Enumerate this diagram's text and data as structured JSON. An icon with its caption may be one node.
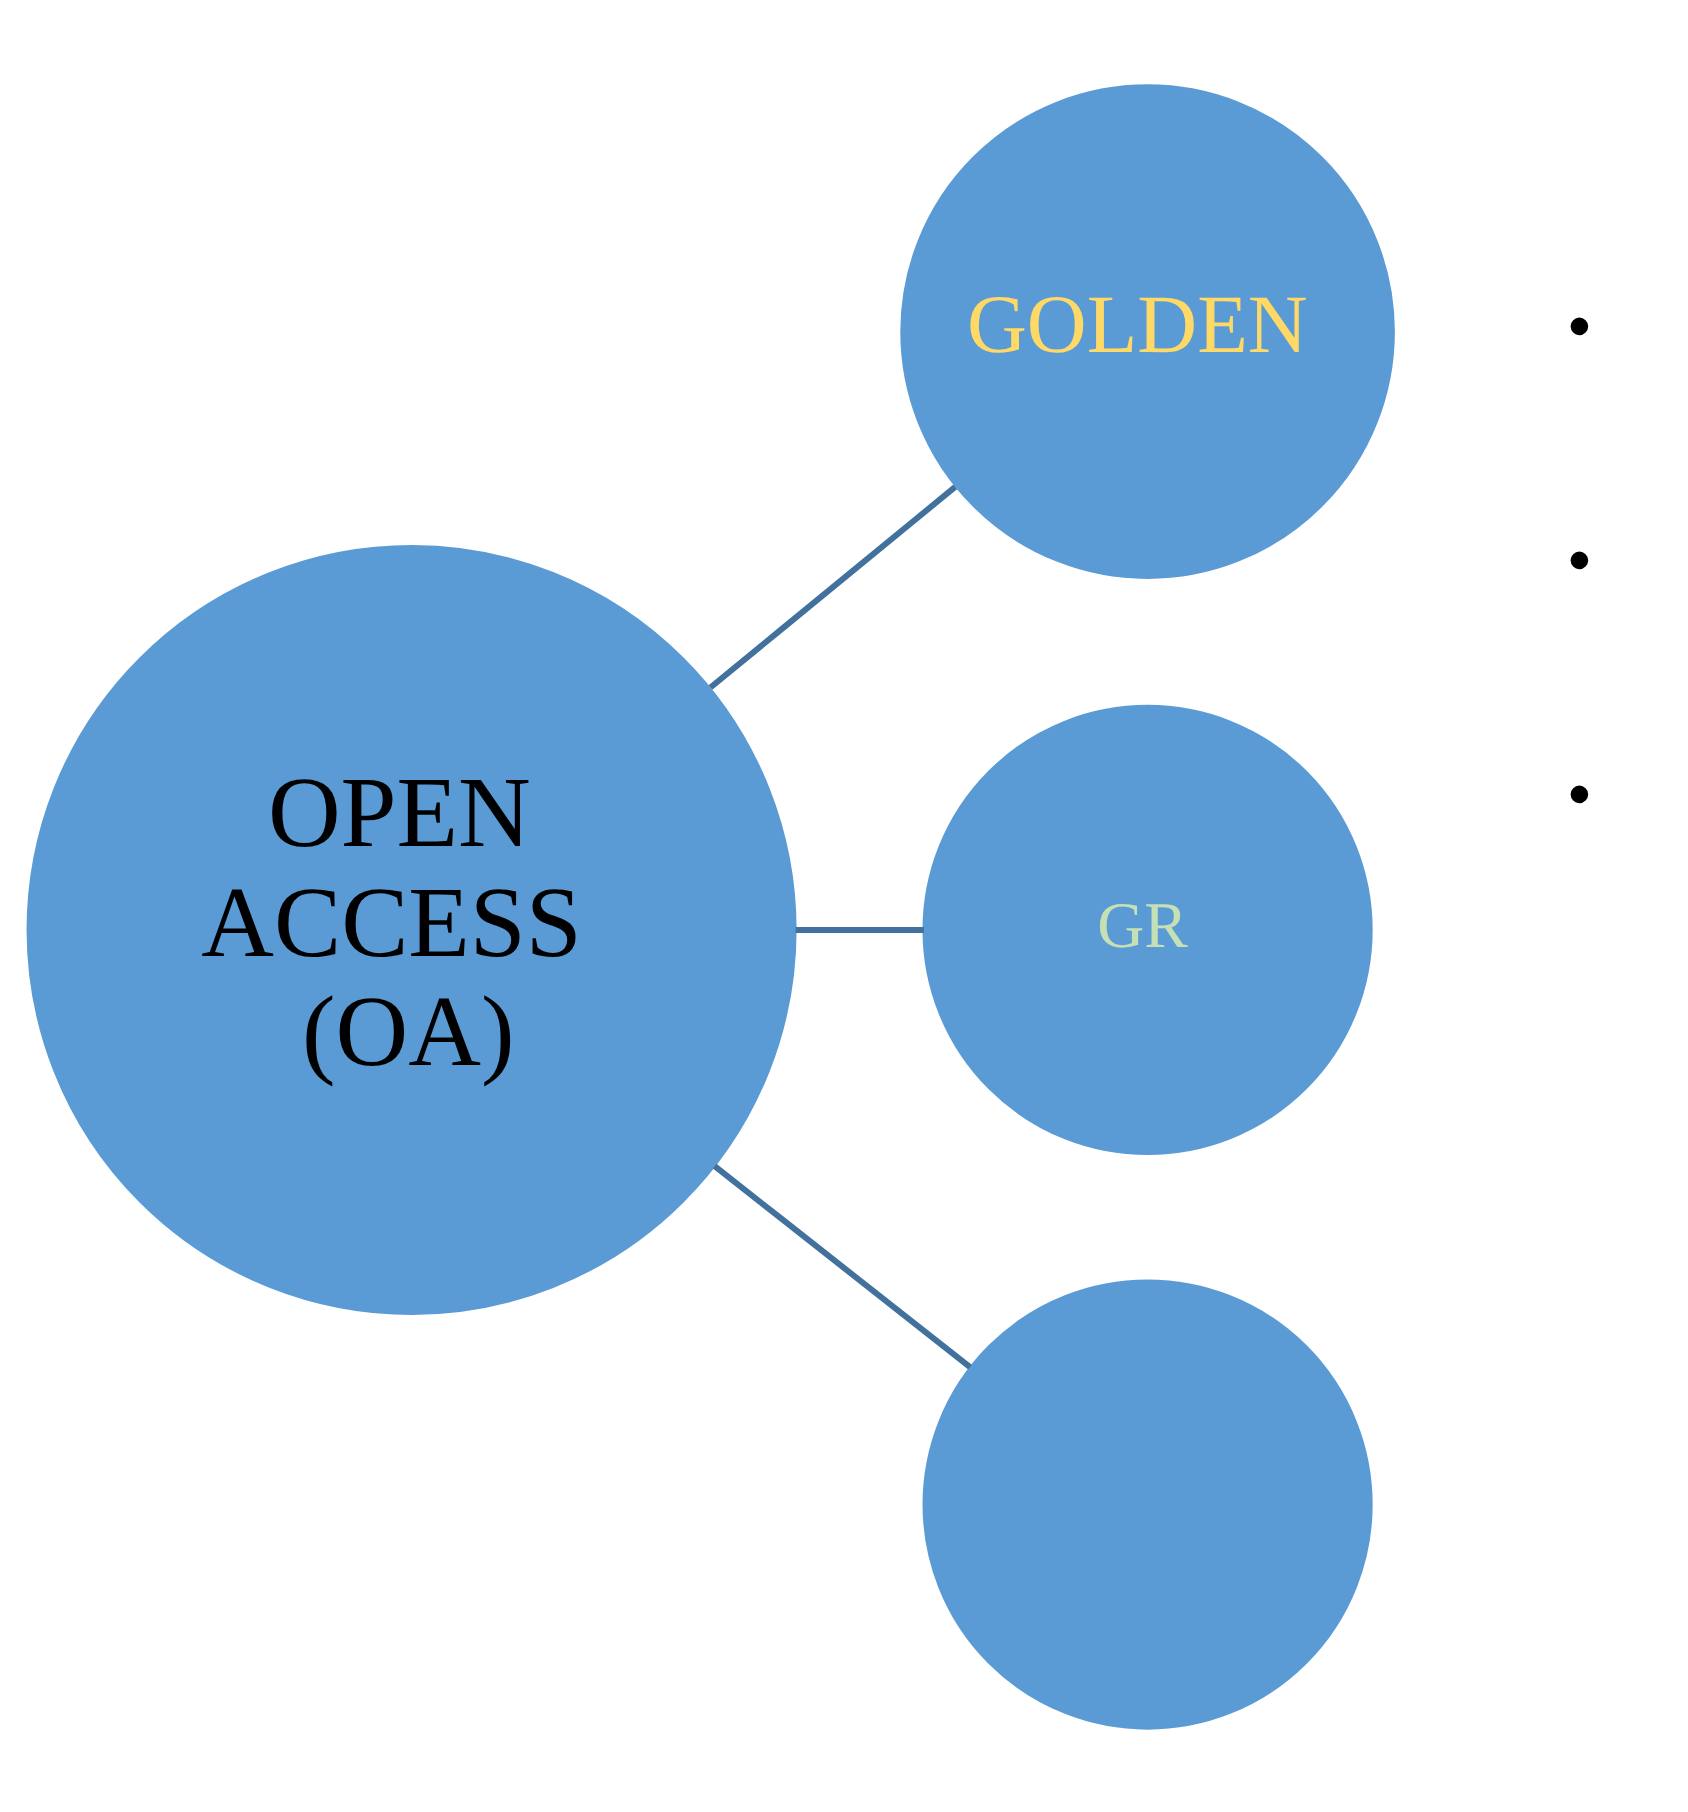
{
  "diagram": {
    "nodes": [
      {
        "text": [
          "OPEN ACCESS (OA)"
        ]
      },
      {
        "text": [
          "GOLDEN"
        ]
      },
      {
        "text": [
          "GR"
        ]
      },
      {
        "text": [],
        "shape": "circle"
      }
    ],
    "edges": [
      {
        "from": 0,
        "to": 1,
        "arrow": "none"
      },
      {
        "from": 0,
        "to": 2,
        "arrow": "none"
      },
      {
        "from": 0,
        "to": 3,
        "arrow": "none"
      }
    ],
    "labels": [
      "•",
      "•",
      "•"
    ]
  }
}
